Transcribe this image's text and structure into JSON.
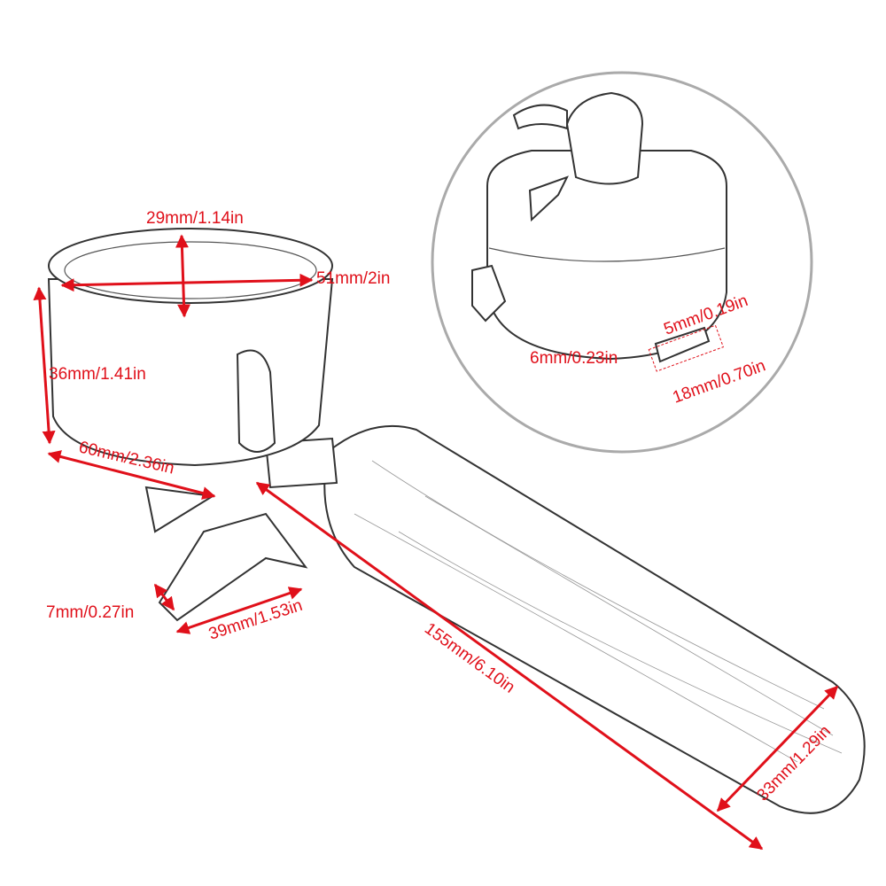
{
  "colors": {
    "dimension": "#e0101a",
    "outline": "#333333",
    "inset_border": "#aaaaaa"
  },
  "dimensions": {
    "basket_depth_inner": "29mm/1.14in",
    "basket_inner_diameter": "51mm/2in",
    "basket_height": "36mm/1.41in",
    "basket_outer_diameter": "60mm/2.36in",
    "spout_width": "7mm/0.27in",
    "spout_length": "39mm/1.53in",
    "total_handle_length": "155mm/6.10in",
    "handle_diameter": "33mm/1.29in"
  },
  "inset": {
    "lug_height": "5mm/0.19in",
    "lug_depth": "6mm/0.23in",
    "lug_length": "18mm/0.70in"
  }
}
